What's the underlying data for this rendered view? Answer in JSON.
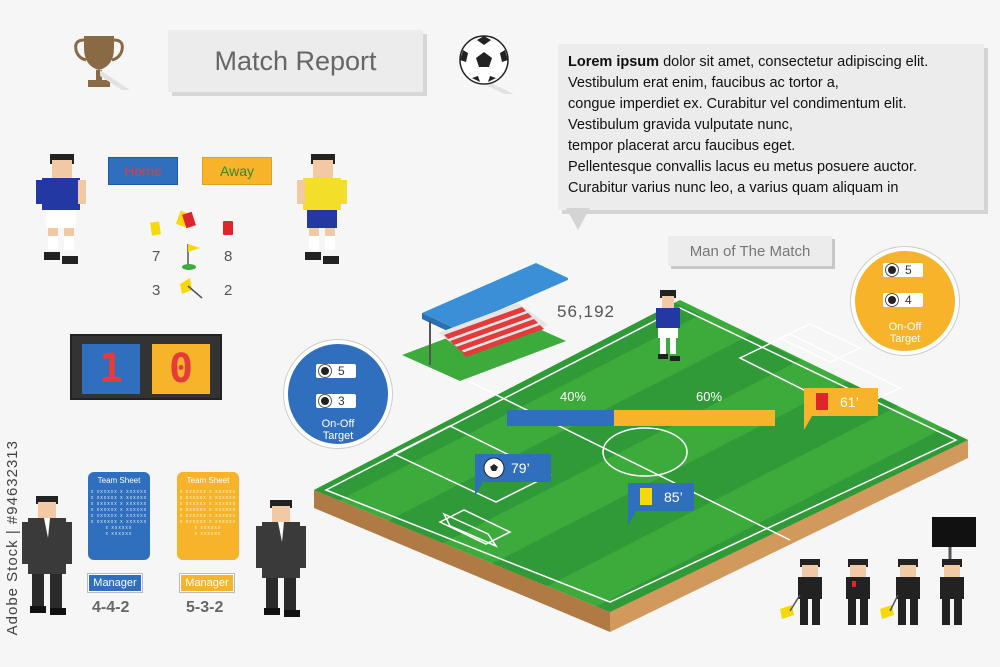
{
  "header": {
    "title": "Match Report"
  },
  "intro": {
    "bold": "Lorem ipsum",
    "lines": [
      " dolor sit amet, consectetur adipiscing elit.",
      "Vestibulum erat enim, faucibus ac tortor a,",
      "congue imperdiet ex. Curabitur vel condimentum elit.",
      "Vestibulum gravida vulputate nunc,",
      "tempor placerat arcu faucibus eget.",
      "Pellentesque convallis lacus eu metus posuere auctor.",
      "Curabitur varius nunc leo, a varius quam aliquam in"
    ]
  },
  "teams": {
    "home": "Home",
    "away": "Away"
  },
  "stats": {
    "corners_home": "7",
    "corners_away": "8",
    "offsides_home": "3",
    "offsides_away": "2"
  },
  "score": {
    "home": "1",
    "away": "0"
  },
  "shots_home": {
    "on": "5",
    "off": "3",
    "label_line1": "On-Off",
    "label_line2": "Target"
  },
  "shots_away": {
    "on": "5",
    "off": "4",
    "label_line1": "On-Off",
    "label_line2": "Target"
  },
  "attendance": "56,192",
  "man_of_match": "Man of The Match",
  "possession": {
    "home": "40%",
    "away": "60%",
    "home_value": 40,
    "away_value": 60
  },
  "events": {
    "goal": "79’",
    "yellow": "85’",
    "red": "61’"
  },
  "team_sheets": {
    "home": {
      "title": "Team Sheet",
      "manager": "Manager",
      "formation": "4-4-2"
    },
    "away": {
      "title": "Team Sheet",
      "manager": "Manager",
      "formation": "5-3-2"
    }
  },
  "watermark": "Adobe Stock | #94632313",
  "colors": {
    "home": "#2f6fbd",
    "away": "#f7b42a",
    "pitch_light": "#3cab3c",
    "pitch_dark": "#2a9134",
    "card_red": "#e0242b",
    "card_yellow": "#f5d90a"
  }
}
